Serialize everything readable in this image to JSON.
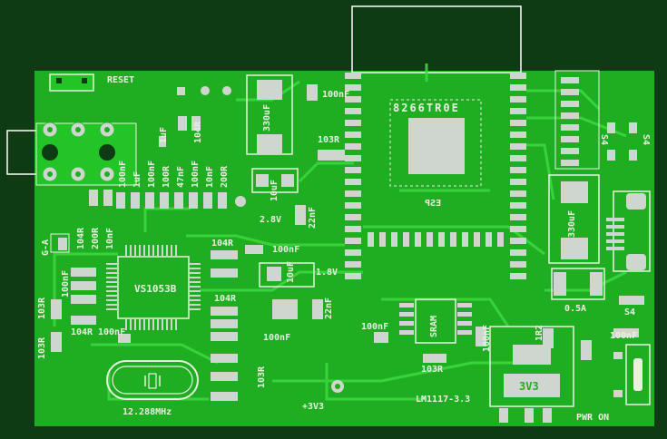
{
  "board": {
    "colors": {
      "background": "#0f3b14",
      "board": "#1fae22",
      "copper": "#23c427",
      "silk": "#e8f0e0",
      "pad": "#cfd6cf"
    },
    "labels": {
      "reset": "RESET",
      "esp_chip": "8266TR0E",
      "esp_module": "ESP",
      "codec": "VS1053B",
      "crystal": "12.288MHz",
      "sram": "SRAM",
      "regulator": "LM1117-3.3",
      "regulator_body": "3V3",
      "rail_3v3": "+3V3",
      "pwr_on": "PWR ON",
      "v28": "2.8V",
      "v18": "1.8V",
      "fuse": "0.5A",
      "g_a": "G-A",
      "r1": "1R2",
      "s4a": "S4",
      "s4b": "S4",
      "s4c": "S4"
    },
    "components": {
      "c_100nf_top": "100nF",
      "r_103_top": "103R",
      "c_330uf_top": "330uF",
      "c_1uf": "1uF",
      "r_104_top": "104R",
      "col_100nf_a": "100nF",
      "col_1uf": "1uF",
      "col_100nf_b": "100nF",
      "col_100r": "100R",
      "col_47nf": "47nF",
      "col_100nf_c": "100nF",
      "col_10nf": "10nF",
      "col_200r": "200R",
      "c_10uf_a": "10uF",
      "c_22nf_a": "22nF",
      "r_104_left": "104R",
      "r_200_left": "200R",
      "c_10nf_left": "10nF",
      "r_104_mid": "104R",
      "c_100nf_mid": "100nF",
      "c_10uf_b": "10uF",
      "c_22nf_b": "22nF",
      "r_104_mid2": "104R",
      "c_100nf_low": "100nF",
      "c_100nf_vs": "100nF",
      "r_104_vs": "104R",
      "c_100nf_vs2": "100nF",
      "r_103_left_a": "103R",
      "r_103_left_b": "103R",
      "r_103_bottom": "103R",
      "c_100nf_sram": "100nF",
      "r_103_sram": "103R",
      "c_100nf_reg": "100nF",
      "c_330uf_right": "330uF",
      "c_100nf_right": "100nF"
    }
  }
}
